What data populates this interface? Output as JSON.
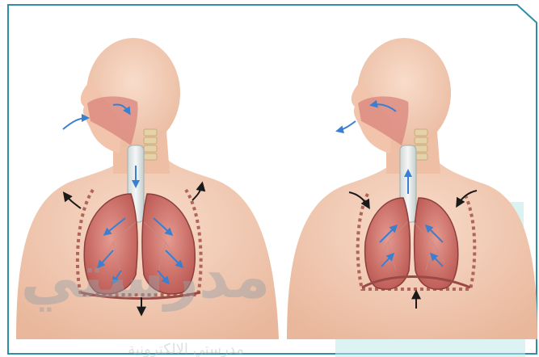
{
  "figure": {
    "frame_color": "#2f8fa6",
    "skin_color": "#f3c8b0",
    "lung_color": "#cf6f6a",
    "airflow_color": "#3a7fd0",
    "motion_arrow_color": "#1a1a1a"
  },
  "panels": [
    {
      "id": "inhalation",
      "phase_shown": "inhalation"
    },
    {
      "id": "exhalation",
      "phase_shown": "exhalation"
    }
  ],
  "watermark": {
    "text": "مدرستي",
    "subtext": "مدرستي الالكترونية",
    "color": "#9aa0a6",
    "logo_color": "#bfe8ea"
  }
}
